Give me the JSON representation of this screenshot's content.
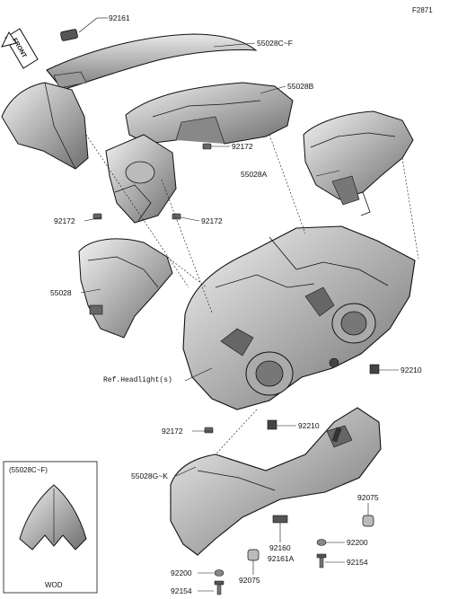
{
  "figure_code": "F2871",
  "front_arrow": "FRONT",
  "ref_note": "Ref.Headlight(s)",
  "inset": {
    "title": "(55028C~F)",
    "caption": "WOD"
  },
  "part_labels": {
    "p92161": "92161",
    "p55028CF": "55028C~F",
    "p55028B": "55028B",
    "p92172_a": "92172",
    "p55028A": "55028A",
    "p92172_b": "92172",
    "p92172_c": "92172",
    "p55028": "55028",
    "p92210_a": "92210",
    "p92172_d": "92172",
    "p92210_b": "92210",
    "p55028GK": "55028G~K",
    "p92075_a": "92075",
    "p92200_a": "92200",
    "p92154_a": "92154",
    "p92160": "92160",
    "p92161A": "92161A",
    "p92075_b": "92075",
    "p92200_b": "92200",
    "p92154_b": "92154"
  },
  "colors": {
    "ink": "#111111",
    "shade": "#8a8a8a",
    "light": "#d6d6d6",
    "paper": "#ffffff"
  }
}
